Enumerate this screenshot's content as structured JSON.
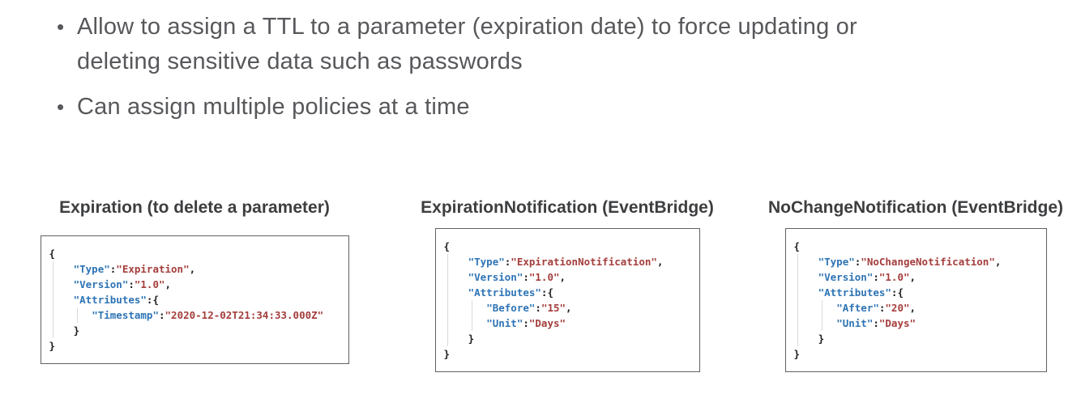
{
  "bullet_char": "•",
  "bullets": [
    "Allow to assign a TTL to a parameter (expiration date) to force updating or deleting sensitive data such as passwords",
    "Can assign multiple policies at a time"
  ],
  "colors": {
    "key": "#2E74B5",
    "value": "#A43E3C",
    "punct": "#1d1d1d",
    "bullet_text": "#57585b",
    "panel_title": "#3d3e40",
    "box_border": "#5f6164"
  },
  "panels": [
    {
      "title": "Expiration (to delete a parameter)",
      "code": [
        [
          {
            "t": "p",
            "s": "{"
          }
        ],
        [
          {
            "t": "p",
            "s": "    "
          },
          {
            "t": "k",
            "s": "\"Type\""
          },
          {
            "t": "p",
            "s": ":"
          },
          {
            "t": "v",
            "s": "\"Expiration\""
          },
          {
            "t": "p",
            "s": ","
          }
        ],
        [
          {
            "t": "p",
            "s": "    "
          },
          {
            "t": "k",
            "s": "\"Version\""
          },
          {
            "t": "p",
            "s": ":"
          },
          {
            "t": "v",
            "s": "\"1.0\""
          },
          {
            "t": "p",
            "s": ","
          }
        ],
        [
          {
            "t": "p",
            "s": "    "
          },
          {
            "t": "k",
            "s": "\"Attributes\""
          },
          {
            "t": "p",
            "s": ":{"
          }
        ],
        [
          {
            "t": "p",
            "s": "       "
          },
          {
            "t": "k",
            "s": "\"Timestamp\""
          },
          {
            "t": "p",
            "s": ":"
          },
          {
            "t": "v",
            "s": "\"2020-12-02T21:34:33.000Z\""
          }
        ],
        [
          {
            "t": "p",
            "s": "    }"
          }
        ],
        [
          {
            "t": "p",
            "s": "}"
          }
        ]
      ]
    },
    {
      "title": "ExpirationNotification (EventBridge)",
      "code": [
        [
          {
            "t": "p",
            "s": "{"
          }
        ],
        [
          {
            "t": "p",
            "s": "    "
          },
          {
            "t": "k",
            "s": "\"Type\""
          },
          {
            "t": "p",
            "s": ":"
          },
          {
            "t": "v",
            "s": "\"ExpirationNotification\""
          },
          {
            "t": "p",
            "s": ","
          }
        ],
        [
          {
            "t": "p",
            "s": "    "
          },
          {
            "t": "k",
            "s": "\"Version\""
          },
          {
            "t": "p",
            "s": ":"
          },
          {
            "t": "v",
            "s": "\"1.0\""
          },
          {
            "t": "p",
            "s": ","
          }
        ],
        [
          {
            "t": "p",
            "s": "    "
          },
          {
            "t": "k",
            "s": "\"Attributes\""
          },
          {
            "t": "p",
            "s": ":{"
          }
        ],
        [
          {
            "t": "p",
            "s": "       "
          },
          {
            "t": "k",
            "s": "\"Before\""
          },
          {
            "t": "p",
            "s": ":"
          },
          {
            "t": "v",
            "s": "\"15\""
          },
          {
            "t": "p",
            "s": ","
          }
        ],
        [
          {
            "t": "p",
            "s": "       "
          },
          {
            "t": "k",
            "s": "\"Unit\""
          },
          {
            "t": "p",
            "s": ":"
          },
          {
            "t": "v",
            "s": "\"Days\""
          }
        ],
        [
          {
            "t": "p",
            "s": "    }"
          }
        ],
        [
          {
            "t": "p",
            "s": "}"
          }
        ]
      ]
    },
    {
      "title": "NoChangeNotification (EventBridge)",
      "code": [
        [
          {
            "t": "p",
            "s": "{"
          }
        ],
        [
          {
            "t": "p",
            "s": "    "
          },
          {
            "t": "k",
            "s": "\"Type\""
          },
          {
            "t": "p",
            "s": ":"
          },
          {
            "t": "v",
            "s": "\"NoChangeNotification\""
          },
          {
            "t": "p",
            "s": ","
          }
        ],
        [
          {
            "t": "p",
            "s": "    "
          },
          {
            "t": "k",
            "s": "\"Version\""
          },
          {
            "t": "p",
            "s": ":"
          },
          {
            "t": "v",
            "s": "\"1.0\""
          },
          {
            "t": "p",
            "s": ","
          }
        ],
        [
          {
            "t": "p",
            "s": "    "
          },
          {
            "t": "k",
            "s": "\"Attributes\""
          },
          {
            "t": "p",
            "s": ":{"
          }
        ],
        [
          {
            "t": "p",
            "s": "       "
          },
          {
            "t": "k",
            "s": "\"After\""
          },
          {
            "t": "p",
            "s": ":"
          },
          {
            "t": "v",
            "s": "\"20\""
          },
          {
            "t": "p",
            "s": ","
          }
        ],
        [
          {
            "t": "p",
            "s": "       "
          },
          {
            "t": "k",
            "s": "\"Unit\""
          },
          {
            "t": "p",
            "s": ":"
          },
          {
            "t": "v",
            "s": "\"Days\""
          }
        ],
        [
          {
            "t": "p",
            "s": "    }"
          }
        ],
        [
          {
            "t": "p",
            "s": "}"
          }
        ]
      ]
    }
  ]
}
